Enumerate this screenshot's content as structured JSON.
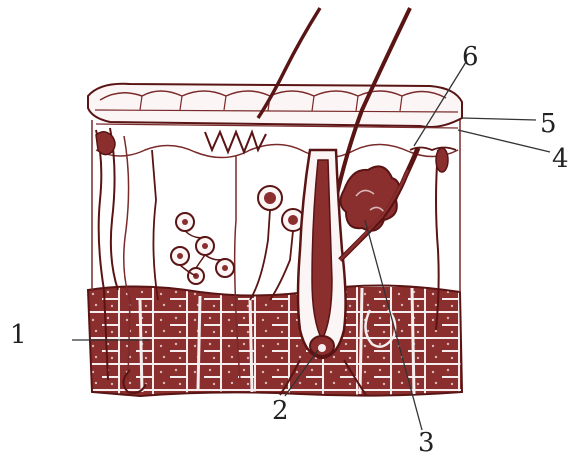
{
  "labels": {
    "l1": "1",
    "l2": "2",
    "l3": "3",
    "l4": "4",
    "l5": "5",
    "l6": "6"
  },
  "colors": {
    "ink": "#7a2a2a",
    "dark": "#5a1414",
    "fill": "#8a2e2e",
    "light": "#f6eeee",
    "leader": "#333333"
  }
}
